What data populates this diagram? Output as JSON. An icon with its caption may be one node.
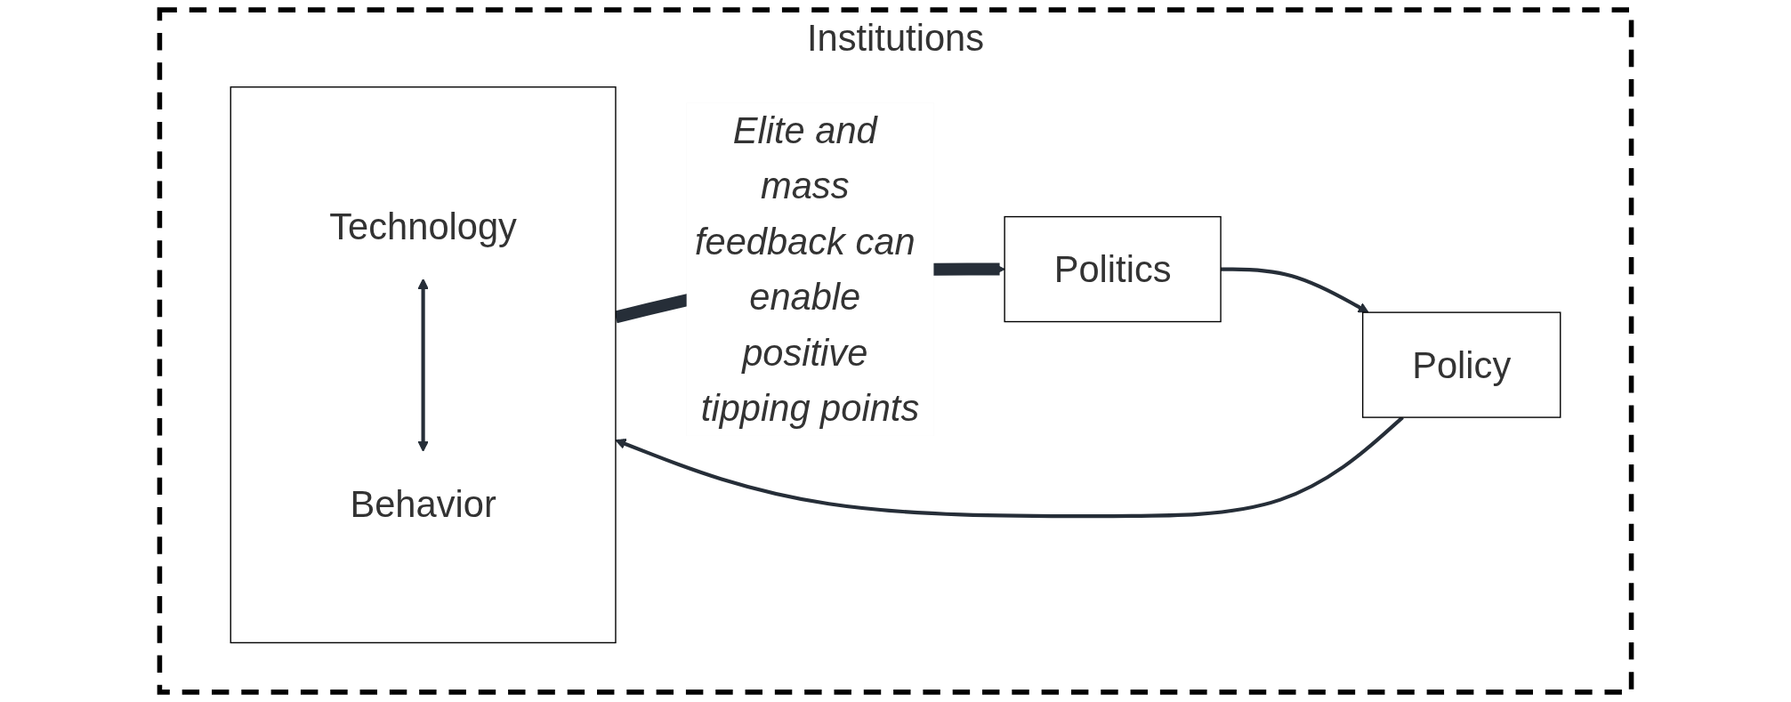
{
  "diagram": {
    "nodes": [
      {
        "text": [
          "Institutions"
        ]
      },
      {
        "text": [
          "Politics"
        ],
        "in": 0
      },
      {
        "text": [
          "Policy"
        ],
        "in": 0
      },
      {
        "text": [],
        "shape": "box",
        "in": 0
      },
      {
        "text": [
          "Technology"
        ],
        "in": 3
      },
      {
        "text": [
          "Behavior"
        ],
        "in": 3
      }
    ],
    "edges": [
      {
        "from": 1,
        "to": 2,
        "arrow": "to"
      },
      {
        "from": 2,
        "to": 3,
        "arrow": "to"
      },
      {
        "from": 4,
        "to": 5,
        "arrow": "both"
      },
      {
        "from": 3,
        "to": 1,
        "arrow": "to",
        "label": "Elite and mass feedback can enable positive tipping points",
        "style": "thick"
      }
    ]
  }
}
